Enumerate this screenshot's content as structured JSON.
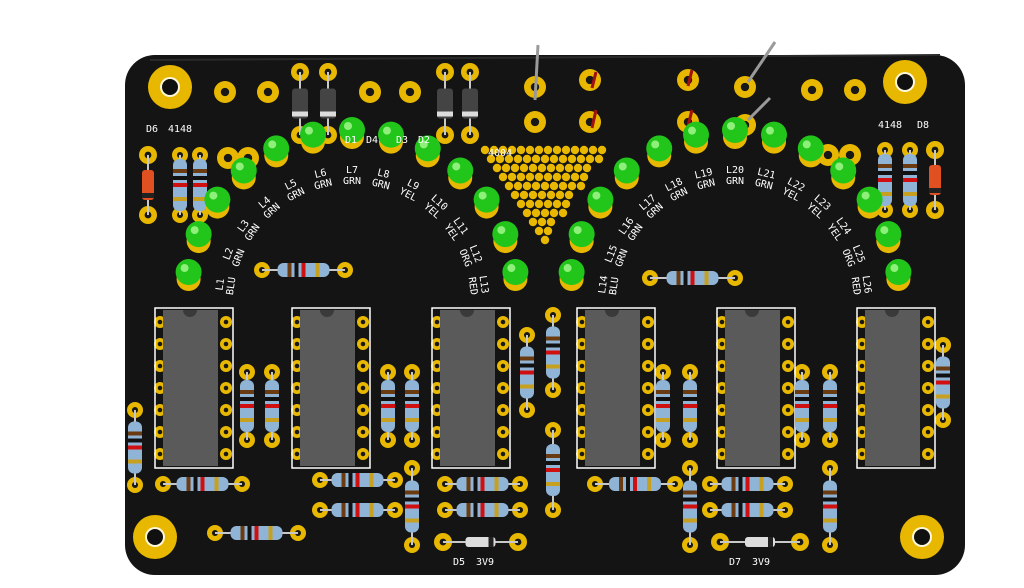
{
  "board": {
    "colors": {
      "soldermask": "#141414",
      "pad": "#e8b800",
      "silkscreen": "#ffffff",
      "led_green": "#22c51a",
      "ic_body": "#5a5a5a",
      "resistor_body": "#8fb4d6",
      "diode_body": "#e05020"
    },
    "labels": {
      "d6": "D6",
      "d6_value": "4148",
      "d8": "D8",
      "d8_value": "4148",
      "d1": "D1",
      "d4": "D4",
      "d3": "D3",
      "d2": "D2",
      "d2_value": "4004",
      "d5": "D5",
      "d5_value": "3V9",
      "d7": "D7",
      "d7_value": "3V9"
    },
    "leds_left": [
      {
        "ref": "L1",
        "color": "BLU"
      },
      {
        "ref": "L2",
        "color": "GRN"
      },
      {
        "ref": "L3",
        "color": "GRN"
      },
      {
        "ref": "L4",
        "color": "GRN"
      },
      {
        "ref": "L5",
        "color": "GRN"
      },
      {
        "ref": "L6",
        "color": "GRN"
      },
      {
        "ref": "L7",
        "color": "GRN"
      },
      {
        "ref": "L8",
        "color": "GRN"
      },
      {
        "ref": "L9",
        "color": "YEL"
      },
      {
        "ref": "L10",
        "color": "YEL"
      },
      {
        "ref": "L11",
        "color": "YEL"
      },
      {
        "ref": "L12",
        "color": "ORG"
      },
      {
        "ref": "L13",
        "color": "RED"
      }
    ],
    "leds_right": [
      {
        "ref": "L14",
        "color": "BLU"
      },
      {
        "ref": "L15",
        "color": "GRN"
      },
      {
        "ref": "L16",
        "color": "GRN"
      },
      {
        "ref": "L17",
        "color": "GRN"
      },
      {
        "ref": "L18",
        "color": "GRN"
      },
      {
        "ref": "L19",
        "color": "GRN"
      },
      {
        "ref": "L20",
        "color": "GRN"
      },
      {
        "ref": "L21",
        "color": "GRN"
      },
      {
        "ref": "L22",
        "color": "YEL"
      },
      {
        "ref": "L23",
        "color": "YEL"
      },
      {
        "ref": "L24",
        "color": "YEL"
      },
      {
        "ref": "L25",
        "color": "ORG"
      },
      {
        "ref": "L26",
        "color": "RED"
      }
    ]
  }
}
